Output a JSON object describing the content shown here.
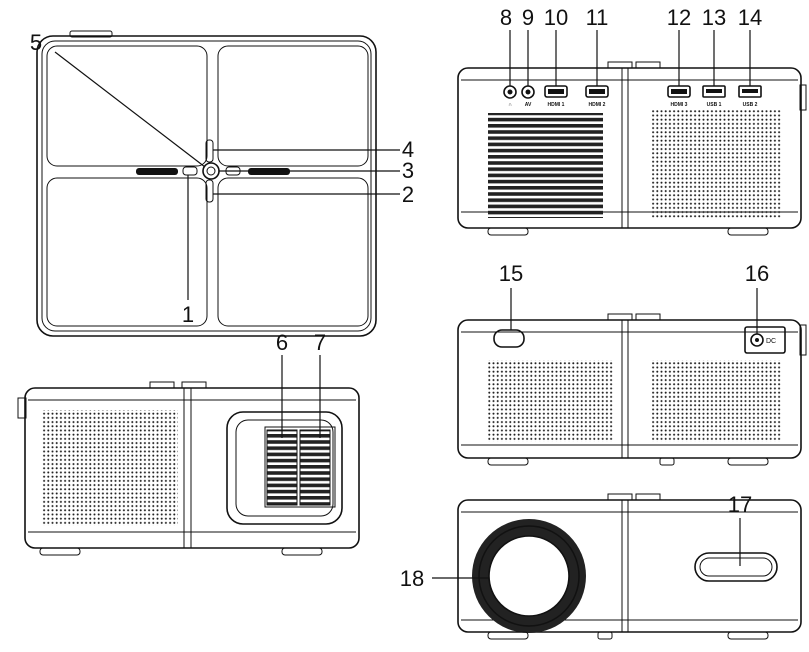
{
  "figure": {
    "callouts": [
      {
        "id": "1",
        "text": "1"
      },
      {
        "id": "2",
        "text": "2"
      },
      {
        "id": "3",
        "text": "3"
      },
      {
        "id": "4",
        "text": "4"
      },
      {
        "id": "5",
        "text": "5"
      },
      {
        "id": "6",
        "text": "6"
      },
      {
        "id": "7",
        "text": "7"
      },
      {
        "id": "8",
        "text": "8"
      },
      {
        "id": "9",
        "text": "9"
      },
      {
        "id": "10",
        "text": "10"
      },
      {
        "id": "11",
        "text": "11"
      },
      {
        "id": "12",
        "text": "12"
      },
      {
        "id": "13",
        "text": "13"
      },
      {
        "id": "14",
        "text": "14"
      },
      {
        "id": "15",
        "text": "15"
      },
      {
        "id": "16",
        "text": "16"
      },
      {
        "id": "17",
        "text": "17"
      },
      {
        "id": "18",
        "text": "18"
      }
    ],
    "port_labels": {
      "av": "AV",
      "hdmi1": "HDMI 1",
      "hdmi2": "HDMI 2",
      "hdmi3": "HDMI 3",
      "usb1": "USB 1",
      "usb2": "USB 2",
      "dc": "DC"
    }
  }
}
